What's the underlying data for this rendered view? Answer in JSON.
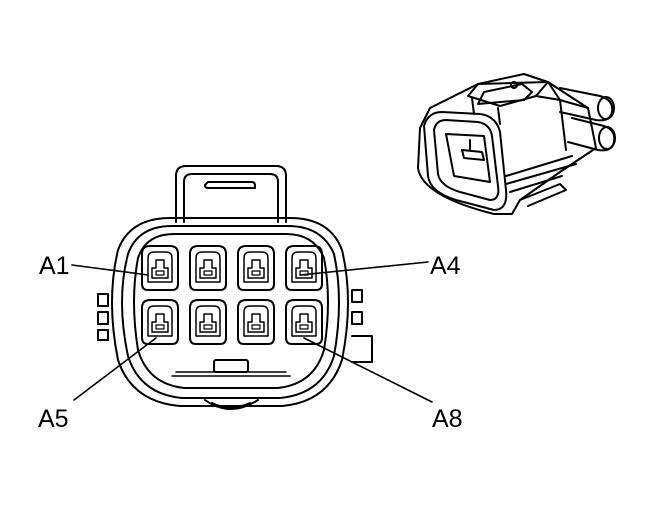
{
  "labels": {
    "a1": "A1",
    "a4": "A4",
    "a5": "A5",
    "a8": "A8"
  },
  "colors": {
    "line": "#000000",
    "background": "#ffffff"
  }
}
